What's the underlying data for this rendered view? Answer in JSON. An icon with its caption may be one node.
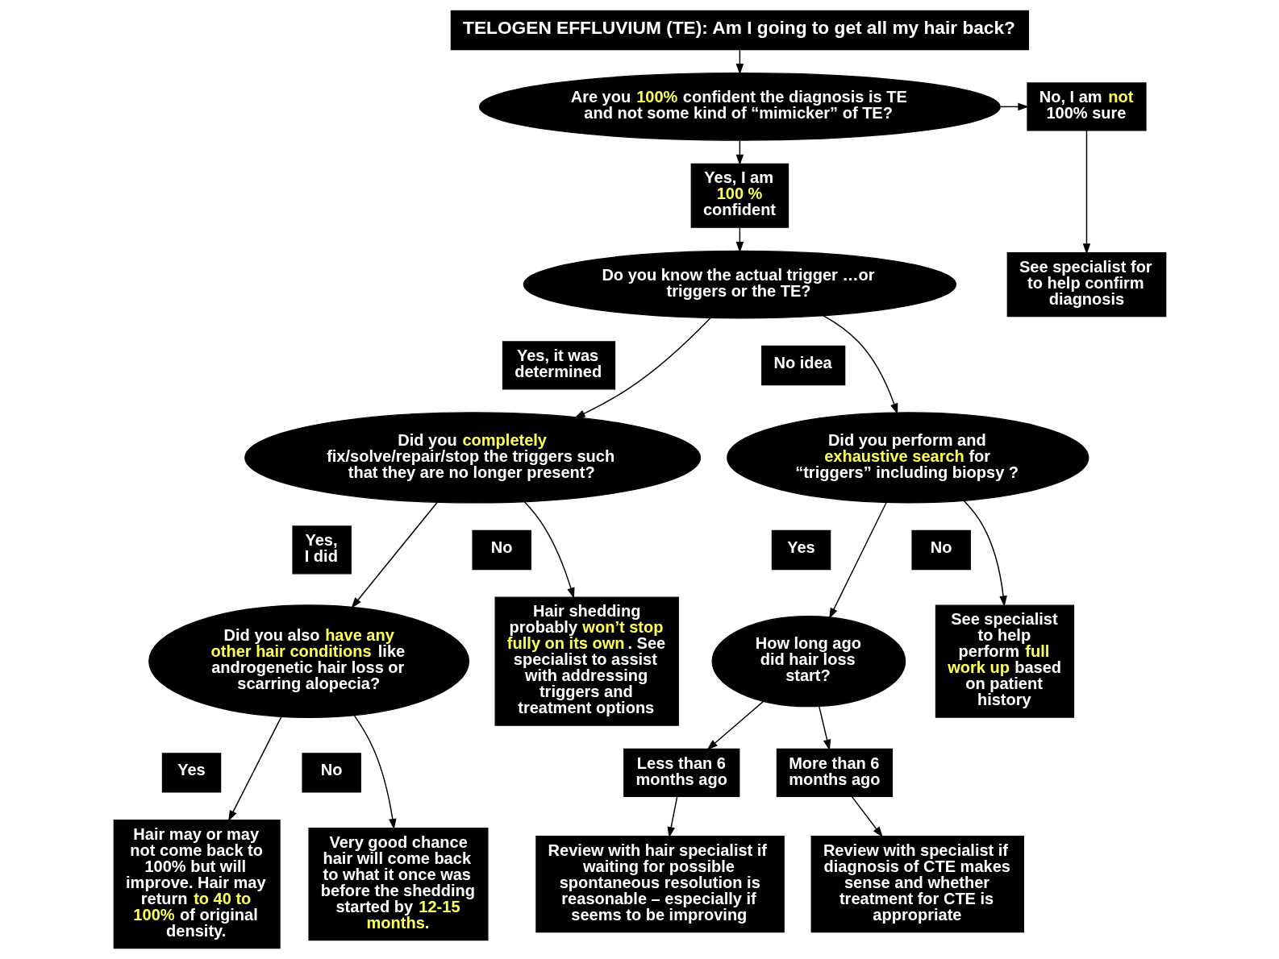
{
  "diagram": {
    "nodes": [
      {
        "text": [
          "TELOGEN EFFLUVIUM (TE): Am I going to get all my hair back?"
        ]
      },
      {
        "text": [
          "Are you **100%** confident the diagnosis is TE and not some kind of “mimicker” of TE?"
        ]
      },
      {
        "text": [
          "Yes, I am **100 %** confident"
        ]
      },
      {
        "text": [
          "No, I am **not** 100% sure"
        ]
      },
      {
        "text": [
          "See specialist for to help confirm diagnosis"
        ]
      },
      {
        "text": [
          "Do you know the actual trigger …or triggers or the TE?"
        ]
      },
      {
        "text": [
          "Yes, it was determined"
        ]
      },
      {
        "text": [
          "No idea"
        ]
      },
      {
        "text": [
          "Did you **completely** fix/solve/repair/stop the triggers such that they are no longer present?"
        ]
      },
      {
        "text": [
          "Did you perform and **exhaustive search** for “triggers” including biopsy ?"
        ]
      },
      {
        "text": [
          "Yes, I did"
        ]
      },
      {
        "text": [
          "No"
        ]
      },
      {
        "text": [
          "Hair shedding probably **won’t stop fully on its own**. See specialist to assist with addressing triggers and treatment options"
        ]
      },
      {
        "text": [
          "Did you also **have any other hair conditions** like androgenetic hair loss or scarring alopecia?"
        ]
      },
      {
        "text": [
          "Yes"
        ]
      },
      {
        "text": [
          "No"
        ]
      },
      {
        "text": [
          "Hair may or may not come back to 100% but will improve. Hair may return **to 40 to 100%** of original density."
        ]
      },
      {
        "text": [
          "Very good chance hair will come back to what it once was before the shedding started by **12-15 months.**"
        ]
      },
      {
        "text": [
          "Yes"
        ]
      },
      {
        "text": [
          "No"
        ]
      },
      {
        "text": [
          "How long ago did hair loss start?"
        ]
      },
      {
        "text": [
          "See specialist to help perform **full work up** based on patient history"
        ]
      },
      {
        "text": [
          "Less than 6 months ago"
        ]
      },
      {
        "text": [
          "More than 6 months ago"
        ]
      },
      {
        "text": [
          "Review with hair specialist if waiting for possible spontaneous resolution is reasonable – especially if seems to be improving"
        ]
      },
      {
        "text": [
          "Review with specialist if diagnosis of CTE makes sense and whether treatment for CTE is appropriate"
        ]
      }
    ],
    "edges": [
      {
        "from": 0,
        "to": 1,
        "arrow": "to"
      },
      {
        "from": 1,
        "to": 2,
        "arrow": "to"
      },
      {
        "from": 1,
        "to": 3,
        "arrow": "to"
      },
      {
        "from": 3,
        "to": 4,
        "arrow": "to"
      },
      {
        "from": 2,
        "to": 5,
        "arrow": "to"
      },
      {
        "from": 5,
        "to": 8,
        "arrow": "to"
      },
      {
        "from": 5,
        "to": 9,
        "arrow": "to"
      },
      {
        "from": 8,
        "to": 13,
        "arrow": "to"
      },
      {
        "from": 8,
        "to": 12,
        "arrow": "to"
      },
      {
        "from": 13,
        "to": 16,
        "arrow": "to"
      },
      {
        "from": 13,
        "to": 17,
        "arrow": "to"
      },
      {
        "from": 9,
        "to": 20,
        "arrow": "to"
      },
      {
        "from": 9,
        "to": 21,
        "arrow": "to"
      },
      {
        "from": 20,
        "to": 22,
        "arrow": "to"
      },
      {
        "from": 20,
        "to": 23,
        "arrow": "to"
      },
      {
        "from": 22,
        "to": 24,
        "arrow": "to"
      },
      {
        "from": 23,
        "to": 25,
        "arrow": "to"
      }
    ]
  }
}
